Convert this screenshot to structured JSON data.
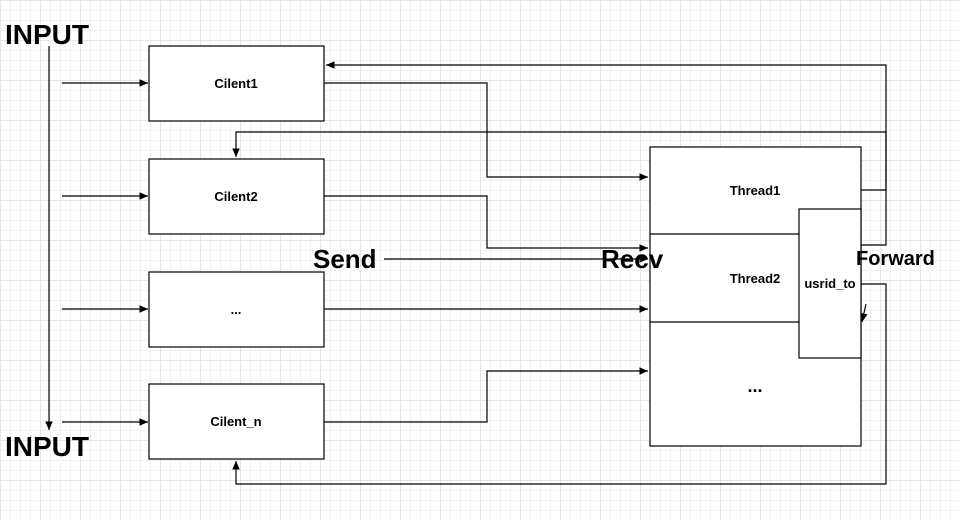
{
  "labels": {
    "input_top": "INPUT",
    "input_bottom": "INPUT",
    "send": "Send",
    "recv": "Recv",
    "forward": "Forward"
  },
  "clients": [
    "Cilent1",
    "Cilent2",
    "...",
    "Cilent_n"
  ],
  "server": {
    "thread1": "Thread1",
    "thread2": "Thread2",
    "more": "...",
    "usrid_to": "usrid_to"
  }
}
